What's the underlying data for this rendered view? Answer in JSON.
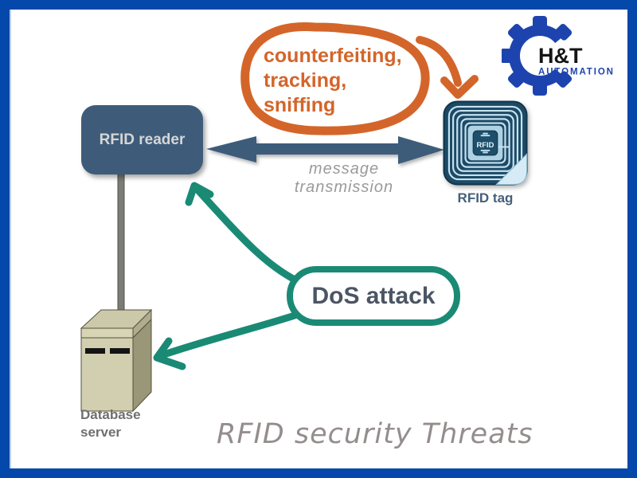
{
  "page": {
    "title": "RFID security Threats"
  },
  "colors": {
    "frame_blue": "#0448ab",
    "logo_blue": "#1d44ae",
    "slate_blue": "#3e5c7a",
    "threat_orange": "#d4652a",
    "attack_teal": "#1a8a75",
    "caption_gray": "#958d8d",
    "label_gray": "#6f6f6f",
    "tag_navy": "#1c4a66"
  },
  "logo": {
    "name": "H&T",
    "subtitle": "AUTOMATION"
  },
  "nodes": {
    "reader": {
      "label": "RFID reader"
    },
    "tag": {
      "label": "RFID tag",
      "chip_label": "RFID"
    },
    "server": {
      "label_line1": "Database",
      "label_line2": "server"
    }
  },
  "link": {
    "label": "message transmission"
  },
  "threat_bubble": {
    "lines": [
      "counterfeiting,",
      "tracking,",
      "sniffing"
    ]
  },
  "dos_bubble": {
    "label": "DoS attack"
  },
  "caption": "RFID security Threats"
}
